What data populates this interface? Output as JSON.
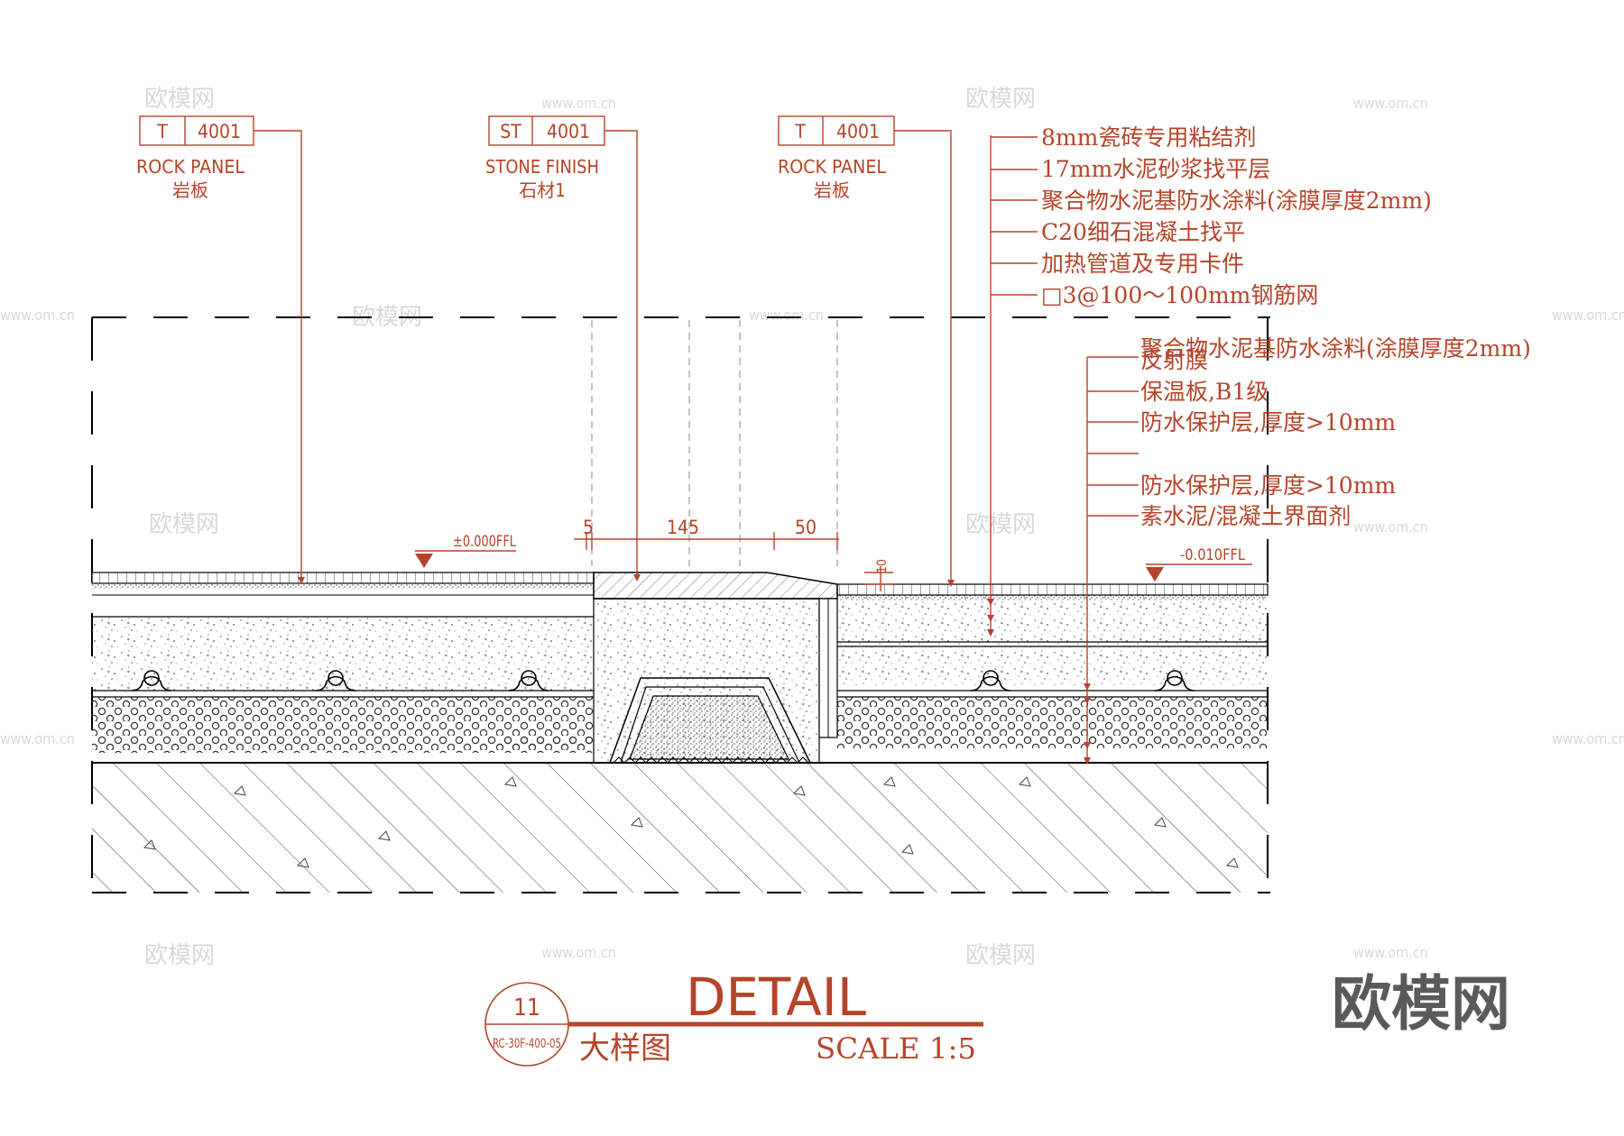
{
  "tags": [
    {
      "code": "T",
      "number": "4001",
      "name_en": "ROCK PANEL",
      "name_cn": "岩板"
    },
    {
      "code": "ST",
      "number": "4001",
      "name_en": "STONE FINISH",
      "name_cn": "石材1"
    },
    {
      "code": "T",
      "number": "4001",
      "name_en": "ROCK PANEL",
      "name_cn": "岩板"
    }
  ],
  "upper_layers": [
    "8mm瓷砖专用粘结剂",
    "17mm水泥砂浆找平层",
    "聚合物水泥基防水涂料(涂膜厚度2mm)",
    "C20细石混凝土找平",
    "加热管道及专用卡件",
    "□3@100～100mm钢筋网"
  ],
  "lower_layers": [
    "聚合物水泥基防水涂料(涂膜厚度2mm)",
    "反射膜",
    "保温板,B1级",
    "防水保护层,厚度>10mm",
    "",
    "防水保护层,厚度>10mm",
    "素水泥/混凝土界面剂"
  ],
  "levels": {
    "left": "±0.000FFL",
    "right": "-0.010FFL"
  },
  "dimensions": {
    "d1": "5",
    "d2": "145",
    "d3": "50",
    "step": "10"
  },
  "title": {
    "number": "11",
    "ref": "RC-30F-400-05",
    "heading": "DETAIL",
    "subtitle_cn": "大样图",
    "scale": "SCALE  1:5"
  },
  "watermark": {
    "text": "欧模网",
    "url": "www.om.cn",
    "logo": "欧模网"
  },
  "colors": {
    "annotation": "#b5442a",
    "line": "#000000",
    "background": "#ffffff"
  }
}
